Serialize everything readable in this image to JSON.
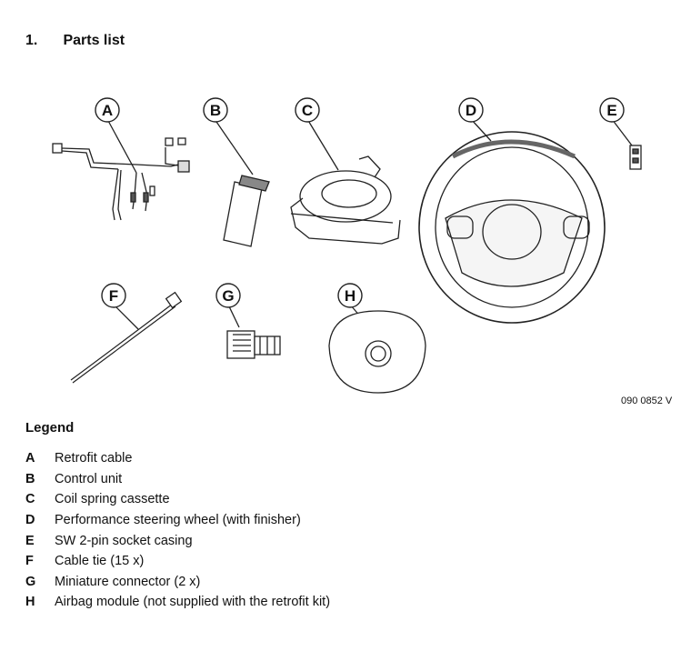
{
  "heading": {
    "number": "1.",
    "title": "Parts list"
  },
  "figure": {
    "callouts": [
      "A",
      "B",
      "C",
      "D",
      "E",
      "F",
      "G",
      "H"
    ],
    "code": "090 0852 V"
  },
  "legend": {
    "title": "Legend",
    "items": [
      {
        "letter": "A",
        "text": "Retrofit cable"
      },
      {
        "letter": "B",
        "text": "Control unit"
      },
      {
        "letter": "C",
        "text": "Coil spring cassette"
      },
      {
        "letter": "D",
        "text": "Performance steering wheel (with finisher)"
      },
      {
        "letter": "E",
        "text": "SW 2-pin socket casing"
      },
      {
        "letter": "F",
        "text": "Cable tie (15 x)"
      },
      {
        "letter": "G",
        "text": "Miniature connector (2 x)"
      },
      {
        "letter": "H",
        "text": "Airbag module (not supplied with the retrofit kit)"
      }
    ]
  }
}
